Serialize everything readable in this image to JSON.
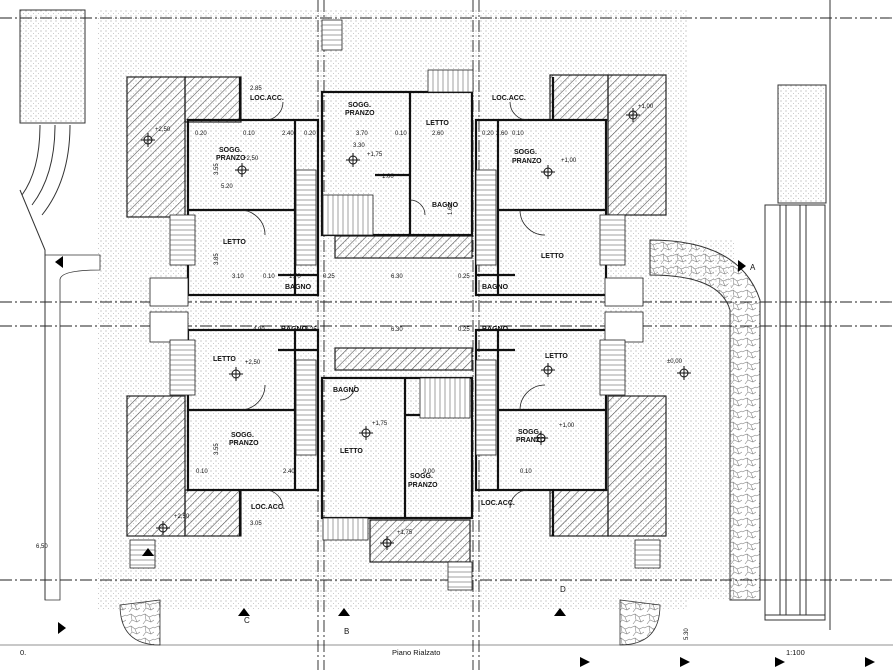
{
  "drawing": {
    "title": "Piano Rialzato",
    "scale": "1:100",
    "origin_mark": "0."
  },
  "section_marks": [
    "A",
    "B",
    "C",
    "D"
  ],
  "rooms": {
    "loc_acc": "LOC.ACC.",
    "sogg": "SOGG.",
    "pranzo": "PRANZO",
    "letto": "LETTO",
    "bagno": "BAGNO"
  },
  "elevations": {
    "e250": "+2,50",
    "e100": "+1,00",
    "e175": "+1,75",
    "e000": "±0,00",
    "e650": "6,50"
  },
  "dimensions": {
    "d285": "2.85",
    "d370": "3.70",
    "d010": "0.10",
    "d260": "2.60",
    "d020": "0.20",
    "d240": "2.40",
    "d330": "3.30",
    "d355": "3.55",
    "d520": "5.20",
    "d385": "3.85",
    "d310": "3.10",
    "d170": "1.70",
    "d025": "0.25",
    "d630": "6.30",
    "d490": "4.90",
    "d305": "3.05",
    "d900": "9.00",
    "d530": "5.30",
    "d160": "1.60",
    "d100": "1.00"
  }
}
